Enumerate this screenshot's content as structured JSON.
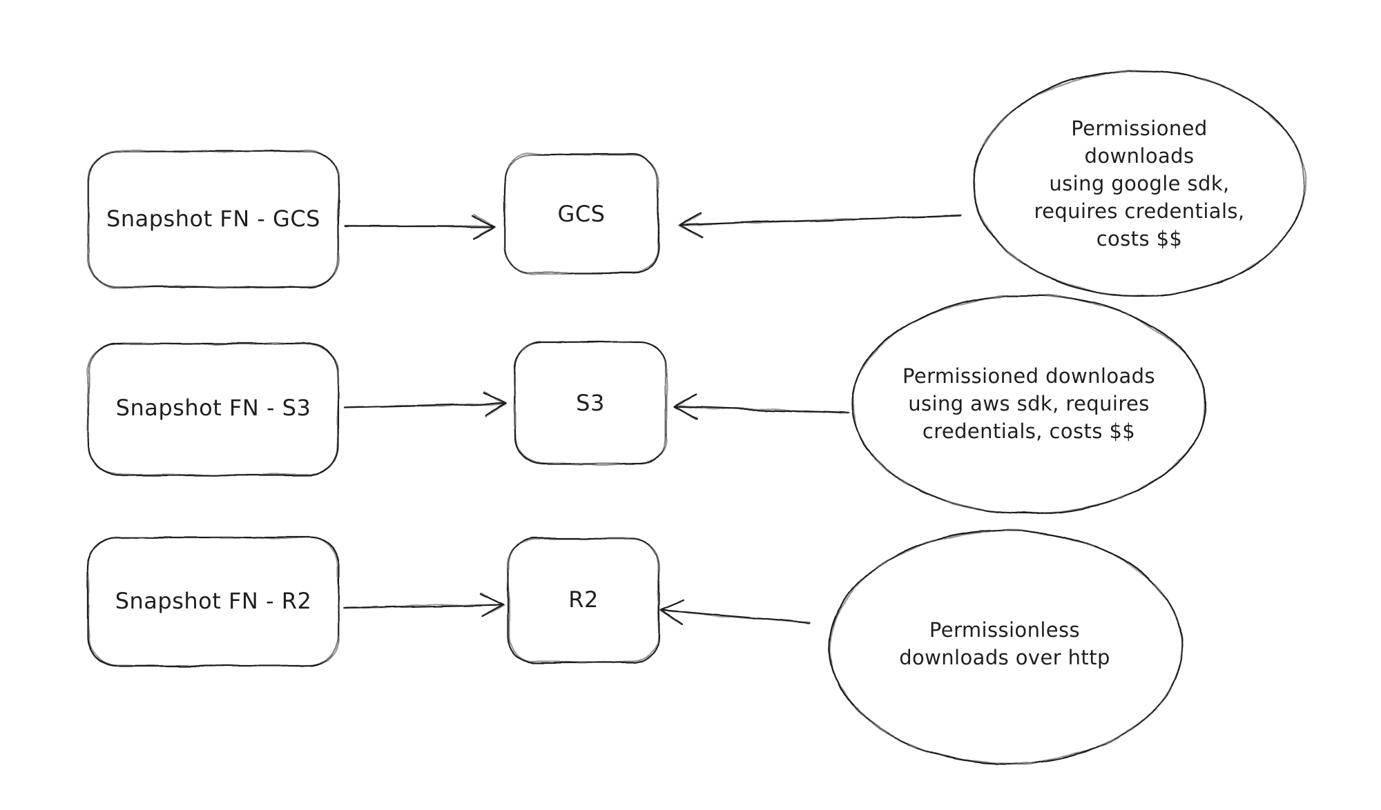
{
  "colors": {
    "background": "#ffffff",
    "stroke": "#1e1e1e",
    "text": "#1e1e1e"
  },
  "diagram": {
    "type": "hand-drawn-flow-diagram",
    "rows": [
      {
        "source_label": "Snapshot FN - GCS",
        "target_label": "GCS",
        "note_label": "Permissioned downloads\nusing google sdk,\nrequires credentials,\ncosts $$"
      },
      {
        "source_label": "Snapshot FN - S3",
        "target_label": "S3",
        "note_label": "Permissioned downloads\nusing aws sdk, requires\ncredentials, costs $$"
      },
      {
        "source_label": "Snapshot FN - R2",
        "target_label": "R2",
        "note_label": "Permissionless\ndownloads over http"
      }
    ]
  }
}
